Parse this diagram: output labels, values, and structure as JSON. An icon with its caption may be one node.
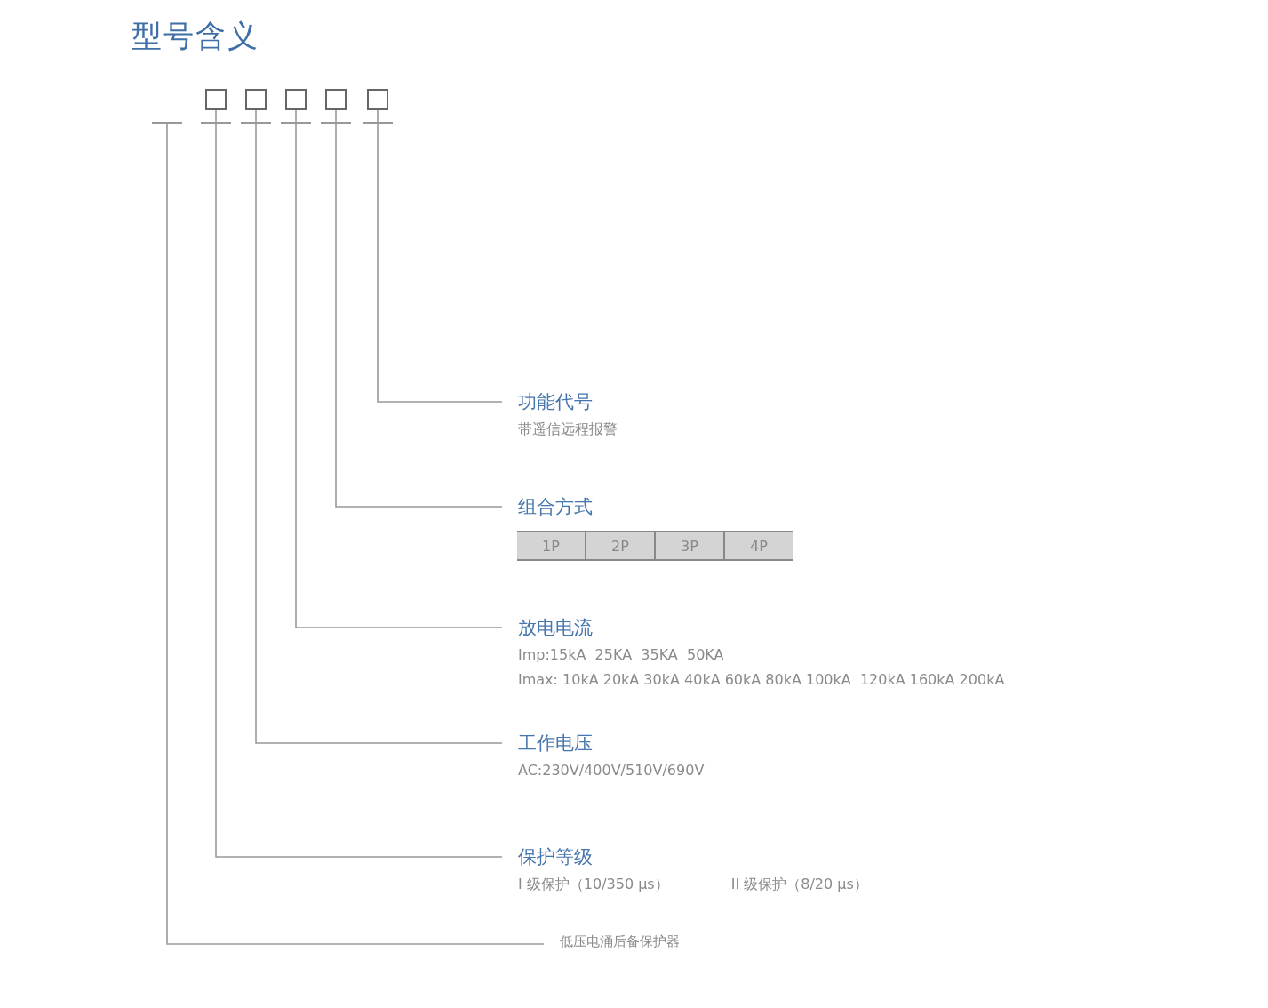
{
  "diagram": {
    "title": "型号含义",
    "nodes": [
      {
        "text": [],
        "shape": "box"
      },
      {
        "text": [],
        "shape": "box"
      },
      {
        "text": [],
        "shape": "box"
      },
      {
        "text": [],
        "shape": "box"
      },
      {
        "text": [],
        "shape": "box"
      },
      {
        "text": [
          "功能代号",
          "带遥信远程报警"
        ]
      },
      {
        "text": [
          "组合方式"
        ]
      },
      {
        "text": [
          "放电电流",
          "Imp:15kA  25KA  35KA  50KA",
          "Imax: 10kA 20kA 30kA 40kA 60kA 80kA 100kA  120kA 160kA 200kA"
        ]
      },
      {
        "text": [
          "工作电压",
          "AC:230V/400V/510V/690V"
        ]
      },
      {
        "text": [
          "保护等级",
          "I 级保护（10/350 μs）",
          "II 级保护（8/20 μs）"
        ]
      },
      {
        "text": [
          "低压电涌后备保护器"
        ]
      }
    ],
    "edges": [
      {
        "from": 4,
        "to": 5,
        "arrow": "none"
      },
      {
        "from": 3,
        "to": 6,
        "arrow": "none"
      },
      {
        "from": 2,
        "to": 7,
        "arrow": "none"
      },
      {
        "from": 1,
        "to": 8,
        "arrow": "none"
      },
      {
        "from": 0,
        "to": 9,
        "arrow": "none"
      },
      {
        "from": null,
        "to": 10,
        "arrow": "none"
      }
    ],
    "labels": [
      "1P",
      "2P",
      "3P",
      "4P"
    ]
  }
}
